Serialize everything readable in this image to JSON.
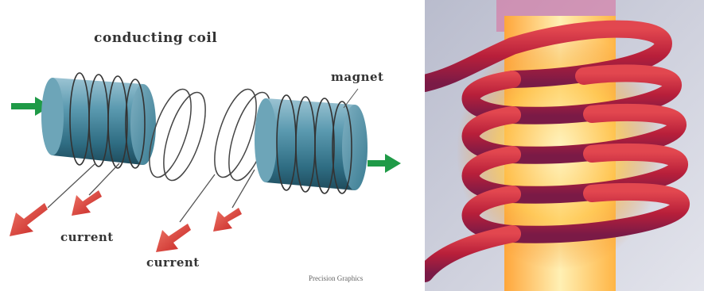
{
  "left_diagram": {
    "labels": {
      "coil": "conducting coil",
      "magnet": "magnet",
      "current_left": "current",
      "current_right": "current",
      "credit": "Precision Graphics"
    },
    "colors": {
      "magnet_body": "#4e8fa6",
      "arrow_green": "#1f9a47",
      "arrow_red": "#d92b2b"
    }
  },
  "right_image": {
    "subject": "red-hot induction heating coil wrapped around glowing metal rod",
    "colors": {
      "coil": "#c8283c",
      "glow": "#ffcf5a",
      "background": "#c9cbd8"
    }
  }
}
